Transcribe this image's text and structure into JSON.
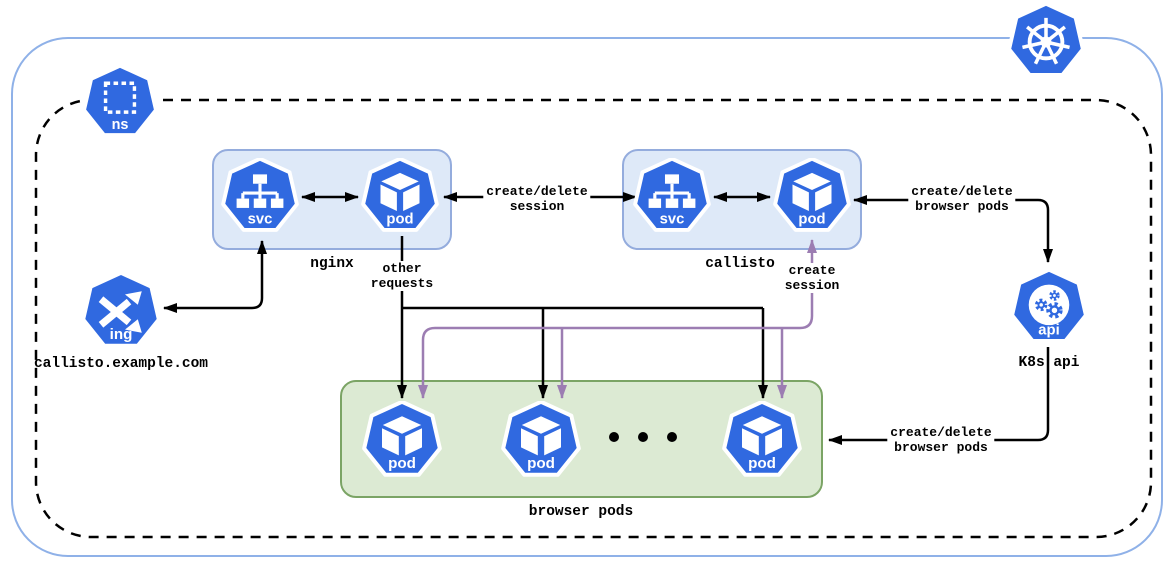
{
  "colors": {
    "node_blue": "#3069E0",
    "group_fill": "#DEE9F8",
    "group_border": "#94ACDD",
    "browser_pods_fill": "#DCEAD3",
    "browser_pods_border": "#7BA465",
    "arrow_black": "#000000",
    "arrow_purple": "#9C7DB2",
    "outer_border_blue": "#8FB1E8"
  },
  "icons": {
    "namespace": {
      "label": "ns"
    },
    "ingress": {
      "label": "ing"
    },
    "api": {
      "label": "api"
    },
    "nginx_svc": {
      "label": "svc"
    },
    "nginx_pod": {
      "label": "pod"
    },
    "callisto_svc": {
      "label": "svc"
    },
    "callisto_pod": {
      "label": "pod"
    },
    "browser_pod_1": {
      "label": "pod"
    },
    "browser_pod_2": {
      "label": "pod"
    },
    "browser_pod_3": {
      "label": "pod"
    }
  },
  "captions": {
    "nginx": "nginx",
    "callisto": "callisto",
    "browser_pods": "browser pods",
    "ingress_host": "callisto.example.com",
    "k8s_api": "K8s api"
  },
  "edge_labels": {
    "create_delete_session": {
      "line1": "create/delete",
      "line2": "session"
    },
    "create_delete_browser_pods_top": {
      "line1": "create/delete",
      "line2": "browser pods"
    },
    "create_delete_browser_pods_bottom": {
      "line1": "create/delete",
      "line2": "browser pods"
    },
    "other_requests": {
      "line1": "other",
      "line2": "requests"
    },
    "create_session": {
      "line1": "create",
      "line2": "session"
    }
  }
}
